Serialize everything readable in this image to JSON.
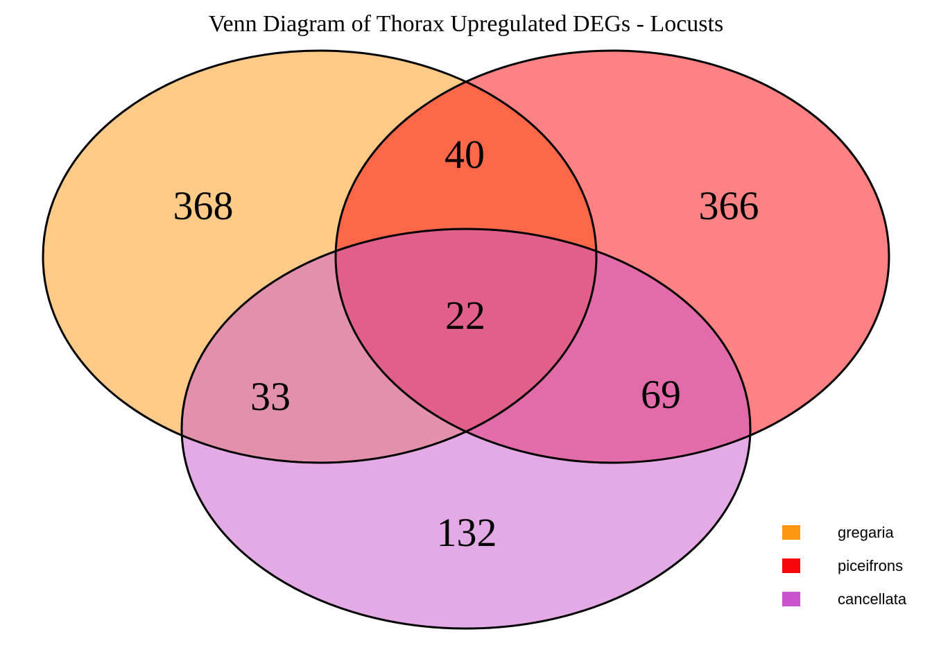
{
  "chart_data": {
    "type": "venn",
    "title": "Venn Diagram of Thorax Upregulated DEGs - Locusts",
    "sets": [
      "gregaria",
      "piceifrons",
      "cancellata"
    ],
    "set_colors": [
      "#FB9611",
      "#F9060A",
      "#C855CE"
    ],
    "fill_opacity": "0.5",
    "outline_color": "#000000",
    "legend_position": "bottom-right",
    "regions": {
      "gregaria_only": 368,
      "piceifrons_only": 366,
      "cancellata_only": 132,
      "gregaria_piceifrons": 40,
      "gregaria_cancellata": 33,
      "piceifrons_cancellata": 69,
      "all_three": 22
    }
  }
}
